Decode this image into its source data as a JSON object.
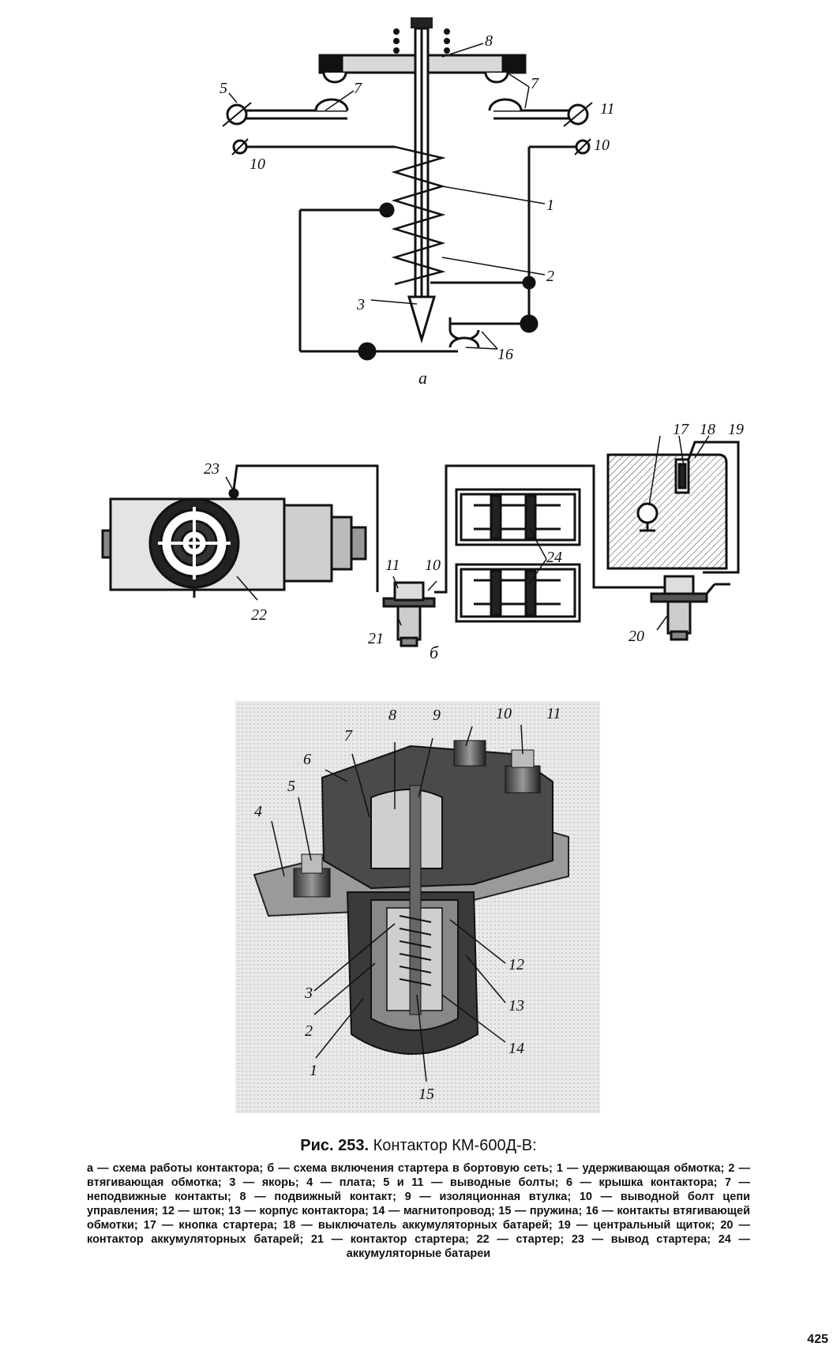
{
  "figure_a": {
    "sublabel": "а",
    "labels": [
      "8",
      "7",
      "5",
      "7",
      "11",
      "10",
      "10",
      "1",
      "2",
      "3",
      "16"
    ]
  },
  "figure_b": {
    "sublabel": "б",
    "labels": [
      "17",
      "18",
      "19",
      "23",
      "24",
      "11",
      "10",
      "22",
      "21",
      "20"
    ]
  },
  "figure_c": {
    "labels": [
      "8",
      "9",
      "10",
      "11",
      "7",
      "6",
      "5",
      "4",
      "3",
      "2",
      "1",
      "12",
      "13",
      "14",
      "15"
    ]
  },
  "caption": {
    "number": "Рис. 253.",
    "title": "Контактор КМ-600Д-В:",
    "legend": "а — схема работы контактора; б — схема включения стартера в бортовую сеть; 1 — удерживающая обмотка; 2 — втягивающая обмотка; 3 — якорь; 4 — плата; 5 и 11 — выводные болты; 6 — крышка контактора; 7 — неподвижные контакты; 8 — подвижный контакт; 9 — изоляционная втулка; 10 — выводной болт цепи управления; 12 — шток; 13 — корпус контактора; 14 — магнитопровод; 15 — пружина; 16 — контакты втягивающей обмотки; 17 — кнопка стартера; 18 — выключатель аккумуляторных батарей; 19 — центральный щиток; 20 — контактор аккумуляторных батарей; 21 — контактор стартера; 22 — стартер; 23 — вывод стартера; 24 — аккумуляторные батареи"
  },
  "page_number": "425"
}
